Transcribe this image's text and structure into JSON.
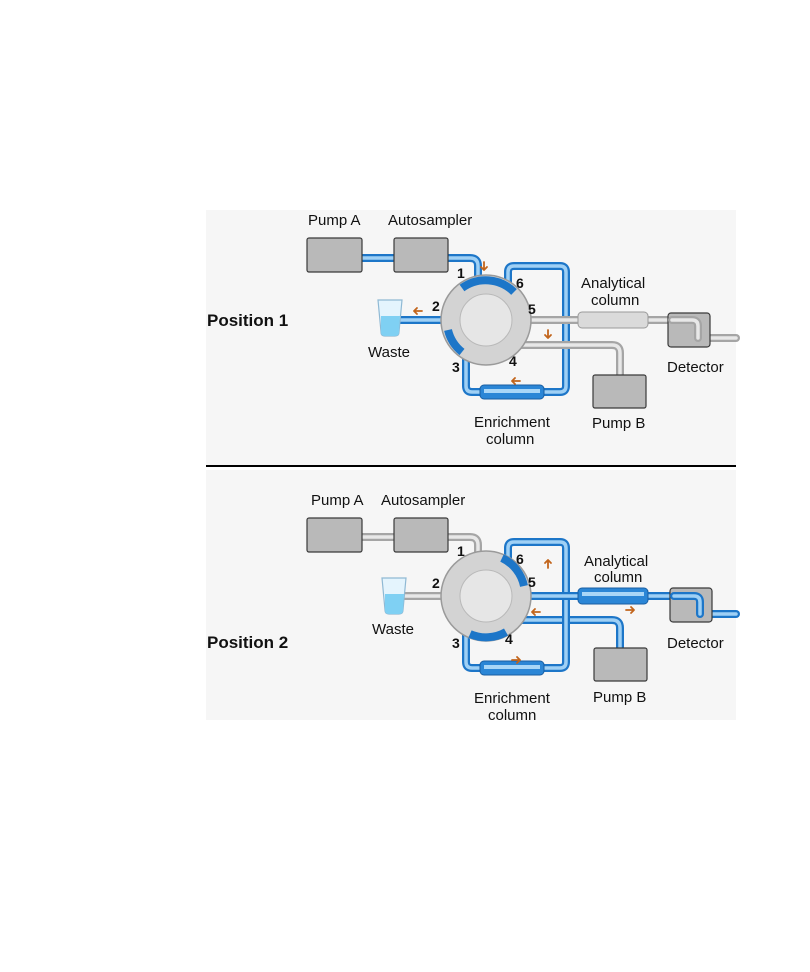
{
  "position1": {
    "title": "Position 1",
    "pump_a": "Pump A",
    "autosampler": "Autosampler",
    "waste": "Waste",
    "analytical_column_line1": "Analytical",
    "analytical_column_line2": "column",
    "detector": "Detector",
    "pump_b": "Pump B",
    "enrichment_line1": "Enrichment",
    "enrichment_line2": "column",
    "ports": [
      "1",
      "2",
      "3",
      "4",
      "5",
      "6"
    ]
  },
  "position2": {
    "title": "Position 2",
    "pump_a": "Pump A",
    "autosampler": "Autosampler",
    "waste": "Waste",
    "analytical_column_line1": "Analytical",
    "analytical_column_line2": "column",
    "detector": "Detector",
    "pump_b": "Pump B",
    "enrichment_line1": "Enrichment",
    "enrichment_line2": "column",
    "ports": [
      "1",
      "2",
      "3",
      "4",
      "5",
      "6"
    ]
  },
  "colors": {
    "flow_active": "#1d76c8",
    "flow_idle": "#a5a5a5",
    "arrow": "#c2651c",
    "watermark": "#c9cde8"
  }
}
